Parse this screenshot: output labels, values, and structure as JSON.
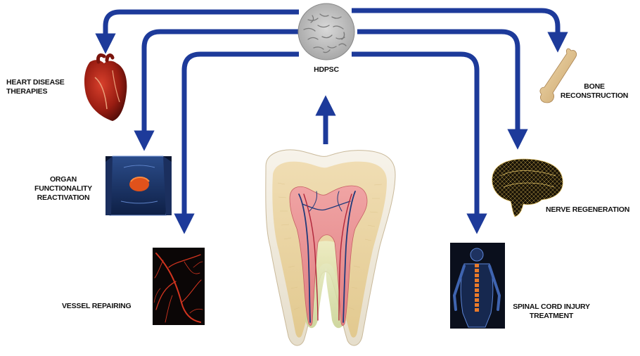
{
  "center": {
    "label": "hDPSC"
  },
  "outcomes": {
    "heart": {
      "line1": "HEART DISEASE",
      "line2": "THERAPIES"
    },
    "organ": {
      "line1": "ORGAN",
      "line2": "FUNCTIONALITY",
      "line3": "REACTIVATION"
    },
    "vessel": {
      "line1": "VESSEL REPAIRING"
    },
    "bone": {
      "line1": "BONE",
      "line2": "RECONSTRUCTION"
    },
    "nerve": {
      "line1": "NERVE REGENERATION"
    },
    "spinal": {
      "line1": "SPINAL CORD INJURY",
      "line2": "TREATMENT"
    }
  },
  "icons": [
    "cell-culture-icon",
    "heart-icon",
    "torso-organ-icon",
    "blood-vessel-icon",
    "bone-icon",
    "brain-icon",
    "spine-icon",
    "tooth-cross-section-icon"
  ],
  "colors": {
    "arrow": "#1d3a9a",
    "label": "#111111"
  }
}
